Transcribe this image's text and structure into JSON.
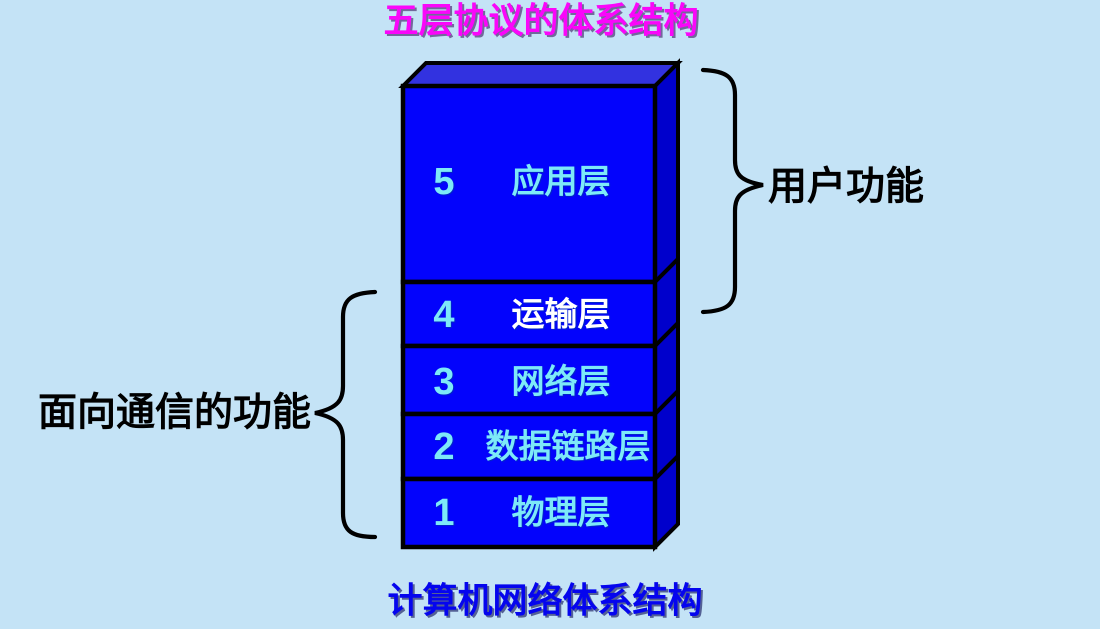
{
  "title": "五层协议的体系结构",
  "subtitle": "计算机网络体系结构",
  "colors": {
    "background": "#C4E3F6",
    "box_front": "#0303FC",
    "box_top": "#3232E0",
    "box_side": "#0000CC",
    "outline": "#000000",
    "layer_text_cyan": "#7DE9F8",
    "layer_text_white": "#FFFFFF",
    "title_color": "#FA06FA",
    "subtitle_color": "#0505EE",
    "brace_label_color": "#000000"
  },
  "layers": [
    {
      "number": "5",
      "label": "应用层",
      "number_color": "#7DE9F8",
      "label_color": "#7DE9F8"
    },
    {
      "number": "4",
      "label": "运输层",
      "number_color": "#7DE9F8",
      "label_color": "#FFFFFF"
    },
    {
      "number": "3",
      "label": "网络层",
      "number_color": "#7DE9F8",
      "label_color": "#7DE9F8"
    },
    {
      "number": "2",
      "label": "数据链路层",
      "number_color": "#7DE9F8",
      "label_color": "#7DE9F8"
    },
    {
      "number": "1",
      "label": "物理层",
      "number_color": "#7DE9F8",
      "label_color": "#7DE9F8"
    }
  ],
  "annotations": {
    "right_brace_label": "用户功能",
    "left_brace_label": "面向通信的功能"
  }
}
